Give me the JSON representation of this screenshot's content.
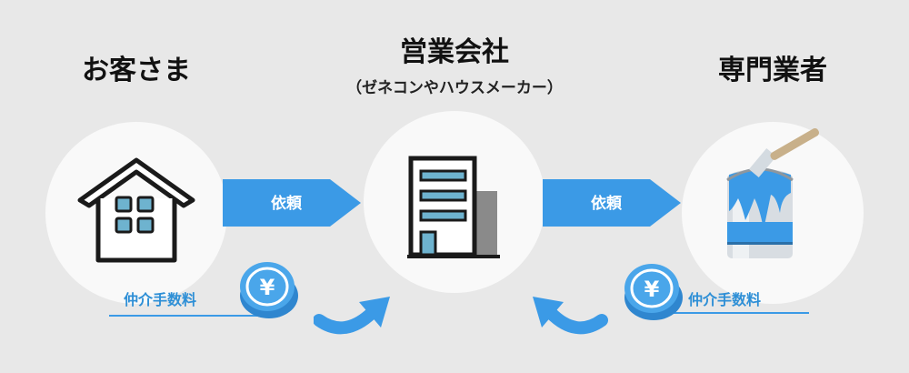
{
  "nodes": {
    "customer": {
      "title": "お客さま"
    },
    "company": {
      "title": "営業会社",
      "subtitle": "（ゼネコンやハウスメーカー）"
    },
    "contractor": {
      "title": "専門業者"
    }
  },
  "flows": {
    "left_label": "依頼",
    "right_label": "依頼"
  },
  "fees": {
    "left_label": "仲介手数料",
    "right_label": "仲介手数料",
    "coin_symbol": "¥"
  },
  "colors": {
    "accent": "#3b9ae6",
    "background": "#e8e8e8",
    "circle": "#f9f9f9",
    "icon_stroke": "#1a1a1a",
    "icon_fill": "#6eb3cf"
  },
  "icons": {
    "customer": "house-icon",
    "company": "office-building-icon",
    "contractor": "paint-can-icon",
    "fee": "yen-coin-icon"
  }
}
